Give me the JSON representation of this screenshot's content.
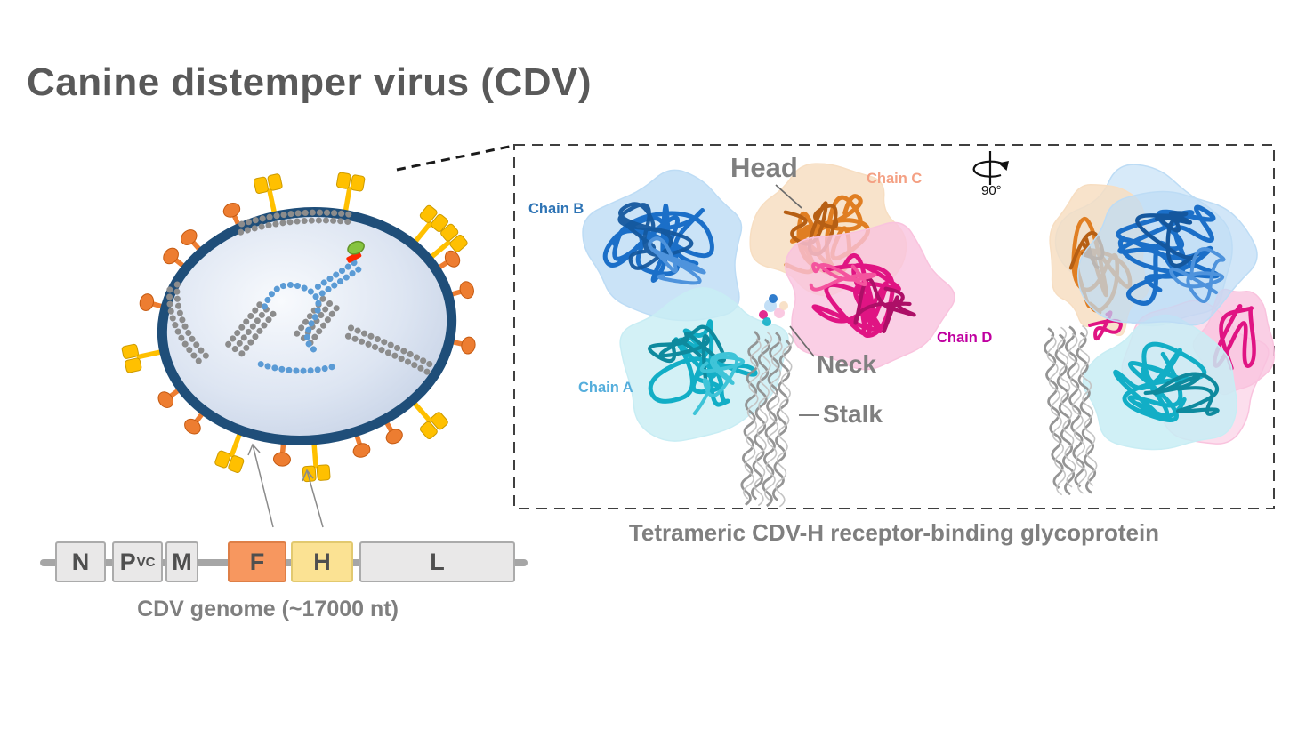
{
  "title": "Canine distemper virus (CDV)",
  "genome": {
    "caption": "CDV genome (~17000 nt)",
    "genes": [
      {
        "label": "N",
        "type": "other"
      },
      {
        "label": "P",
        "sub": "VC",
        "type": "other"
      },
      {
        "label": "M",
        "type": "other"
      },
      {
        "label": "F",
        "type": "f"
      },
      {
        "label": "H",
        "type": "h"
      },
      {
        "label": "L",
        "type": "other"
      }
    ],
    "gene_colors": {
      "f": "#F7975F",
      "h": "#FBE293",
      "other": "#E9E8E8"
    }
  },
  "panel": {
    "caption": "Tetrameric CDV-H receptor-binding glycoprotein",
    "labels": {
      "head": "Head",
      "neck": "Neck",
      "stalk": "Stalk",
      "rotation_angle": "90°"
    },
    "chains": [
      {
        "id": "A",
        "label": "Chain A",
        "label_color": "#55AEDC",
        "ribbon": "#12AEC6",
        "ribbon_dark": "#0E8A9E",
        "surface": "#C8EDF4"
      },
      {
        "id": "B",
        "label": "Chain B",
        "label_color": "#2E74B5",
        "ribbon": "#1B6FC8",
        "ribbon_dark": "#14579E",
        "surface": "#BDDCF5"
      },
      {
        "id": "C",
        "label": "Chain C",
        "label_color": "#F4A083",
        "ribbon": "#E07E22",
        "ribbon_dark": "#B65F14",
        "surface": "#F7DEC2"
      },
      {
        "id": "D",
        "label": "Chain D",
        "label_color": "#C000A0",
        "ribbon": "#E01483",
        "ribbon_dark": "#AD0F67",
        "surface": "#F9C3DE"
      }
    ],
    "stalk_color": "#8F8F8F"
  },
  "virus": {
    "membrane_color": "#1F4E79",
    "spike_h_color": "#FFC000",
    "spike_f_color": "#ED7D31",
    "nucleocapsid_gray": "#8C8C8C",
    "nucleocapsid_blue": "#5B9BD5",
    "cap_green": "#86C440",
    "cap_red": "#FF2600"
  }
}
